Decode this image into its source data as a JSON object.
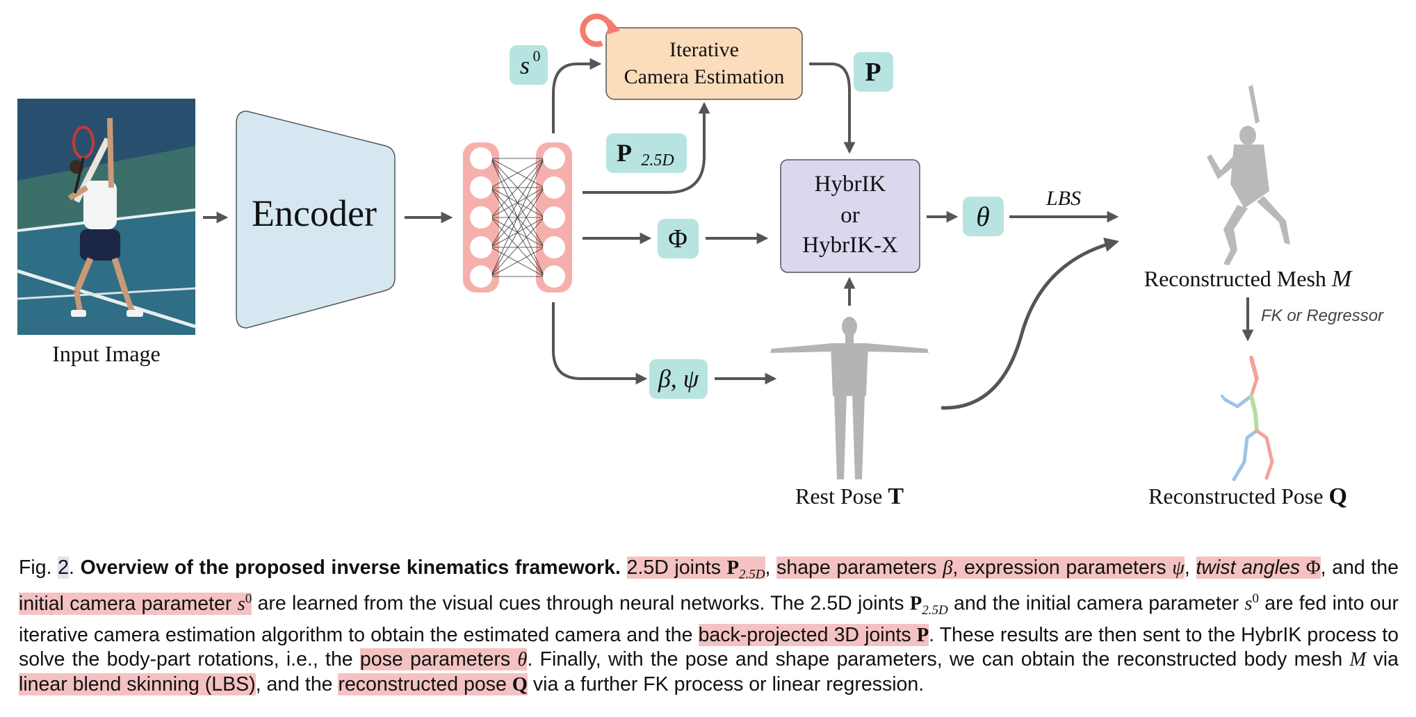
{
  "diagram": {
    "input_image_label": "Input Image",
    "encoder_label": "Encoder",
    "camera_box": {
      "line1": "Iterative",
      "line2": "Camera Estimation"
    },
    "hybrik_box": {
      "line1": "HybrIK",
      "line2": "or",
      "line3": "HybrIK-X"
    },
    "tags": {
      "s0": "s",
      "s0_sup": "0",
      "P": "P",
      "P25D": "P",
      "P25D_sub": "2.5D",
      "Phi": "Φ",
      "theta": "θ",
      "beta_psi": "β, ψ"
    },
    "lbs_label": "LBS",
    "fk_label": "FK or Regressor",
    "mesh_label": "Reconstructed Mesh",
    "mesh_symbol": "M",
    "pose_label": "Reconstructed Pose",
    "pose_symbol": "Q",
    "rest_label": "Rest Pose",
    "rest_symbol": "T",
    "colors": {
      "encoder_fill": "#d6e7f1",
      "camera_fill": "#fbdcbb",
      "hybrik_fill": "#dcd7ef",
      "tag_fill": "#b7e4e0",
      "network_fill": "#f6b0ac",
      "arrow": "#555555",
      "refresh_icon": "#f27c6f",
      "highlight": "#f4c2c2"
    }
  },
  "caption": {
    "fig_prefix": "Fig. ",
    "fig_num": "2",
    "title": "Overview of the proposed inverse kinematics framework.",
    "t01": "2.5D joints ",
    "t02": "P",
    "t03": "2.5D",
    "t04": ", ",
    "t05": "shape parameters ",
    "t06": "β",
    "t07": ", expression parameters ",
    "t08": "ψ",
    "t09": ", ",
    "t10": "twist angles ",
    "t11": "Φ",
    "t12": ", and the ",
    "t13": "initial camera parameter ",
    "t14": "s",
    "t15": "0",
    "t16": " are learned from the visual cues through neural networks. The 2.5D joints ",
    "t17": "P",
    "t18": "2.5D",
    "t19": " and the initial camera parameter ",
    "t20": "s",
    "t21": "0",
    "t22": " are fed into our iterative camera estimation algorithm to obtain the estimated camera and the ",
    "t23": "back-projected 3D joints ",
    "t24": "P",
    "t25": ". These results are then sent to the HybrIK process to solve the body-part rotations, i.e., the ",
    "t26": "pose parameters ",
    "t27": "θ",
    "t28": ". Finally, with the pose and shape parameters, we can obtain the reconstructed body mesh ",
    "t29": "M",
    "t30": " via ",
    "t31": "linear blend skinning (LBS)",
    "t32": ", and the ",
    "t33": "reconstructed pose ",
    "t34": "Q",
    "t35": " via a further FK process or linear regression."
  }
}
